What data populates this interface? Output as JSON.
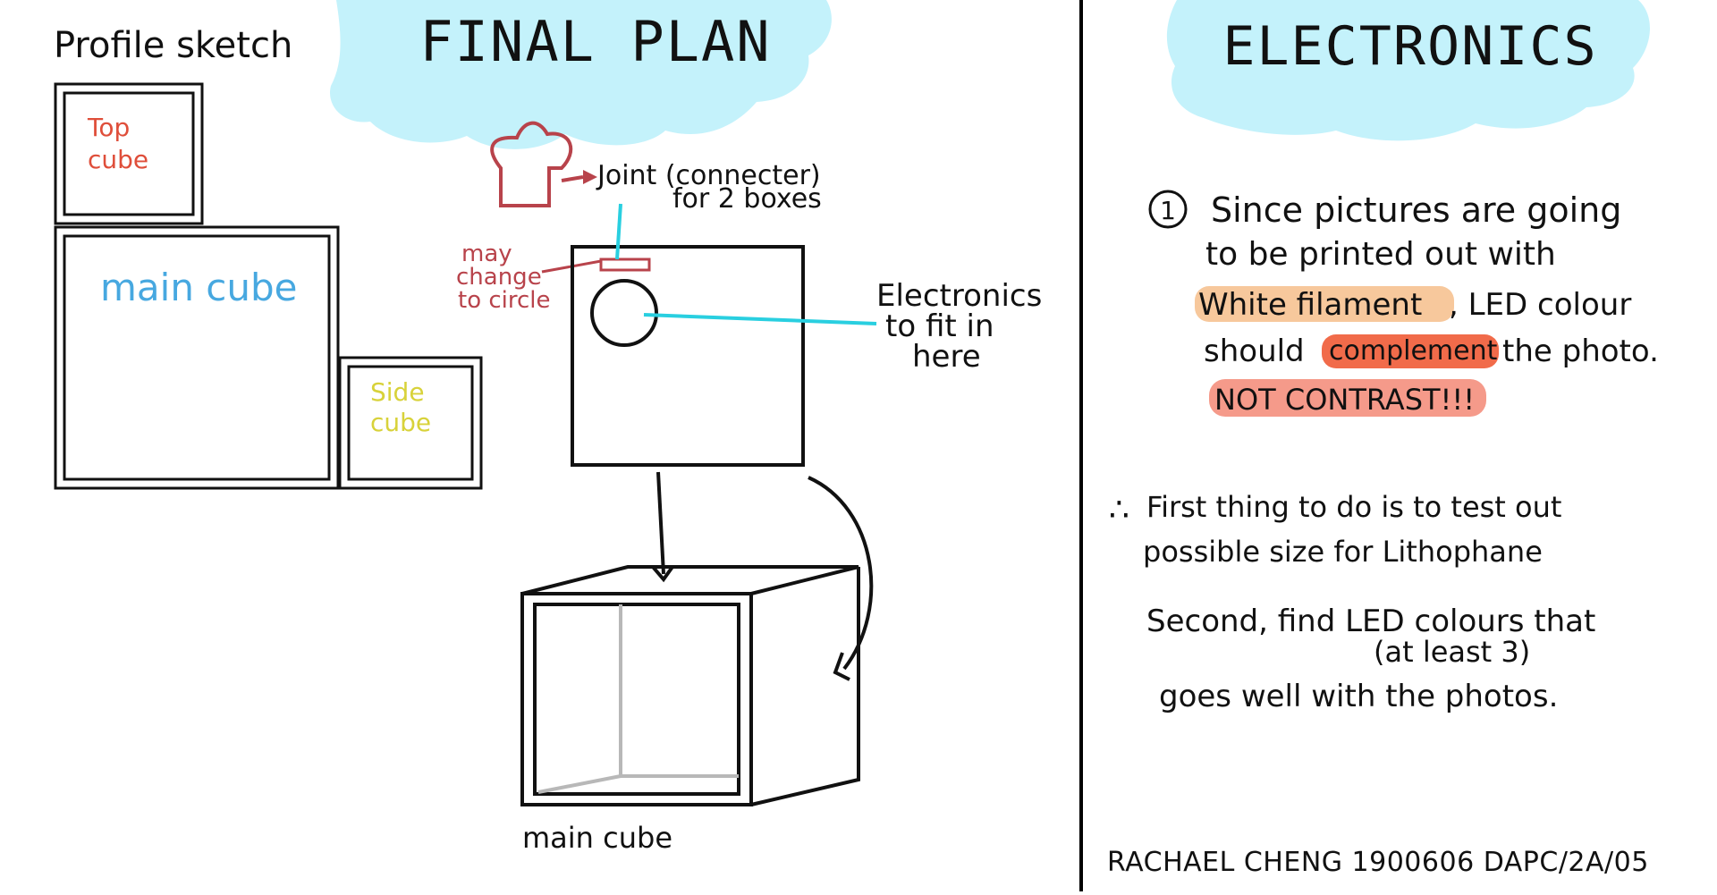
{
  "titles": {
    "final_plan": "FINAL PLAN",
    "electronics": "ELECTRONICS"
  },
  "left": {
    "profile_sketch_label": "Profile sketch",
    "top_cube_line1": "Top",
    "top_cube_line2": "cube",
    "main_cube_label": "main cube",
    "side_cube_line1": "Side",
    "side_cube_line2": "cube",
    "joint_label_line1": "Joint (connecter)",
    "joint_label_line2": "for 2 boxes",
    "may_change_line1": "may",
    "may_change_line2": "change",
    "may_change_line3": "to circle",
    "electronics_line1": "Electronics",
    "electronics_line2": "to fit in",
    "electronics_line3": "here",
    "bottom_main_cube_label": "main cube"
  },
  "right": {
    "item1_number": "1",
    "item1_line1": "Since pictures are going",
    "item1_line2": "to be printed out with",
    "item1_line3a": "White filament",
    "item1_line3b": ", LED colour",
    "item1_line4a": "should ",
    "item1_line4b": "complement",
    "item1_line4c": " the photo.",
    "item1_line5": "NOT CONTRAST!!!",
    "therefore_symbol": "∴",
    "therefore_line1": "First thing to do is to test out",
    "therefore_line2": "possible size for Lithophane",
    "second_line1": "Second, find LED colours that",
    "second_line2": "(at least 3)",
    "second_line3": "goes well with the photos.",
    "footer": "RACHAEL CHENG 1900606 DAPC/2A/05"
  },
  "colors": {
    "cloud": "#c4f2fb",
    "top_cube_text": "#df4e3a",
    "main_cube_text": "#47a8e0",
    "side_cube_text": "#d8d23a",
    "joint_red": "#b8434b",
    "cyan_line": "#29cfe0",
    "highlight_orange": "#f7c89c",
    "highlight_red": "#f16b4a",
    "highlight_red_soft": "#f59a8a"
  }
}
